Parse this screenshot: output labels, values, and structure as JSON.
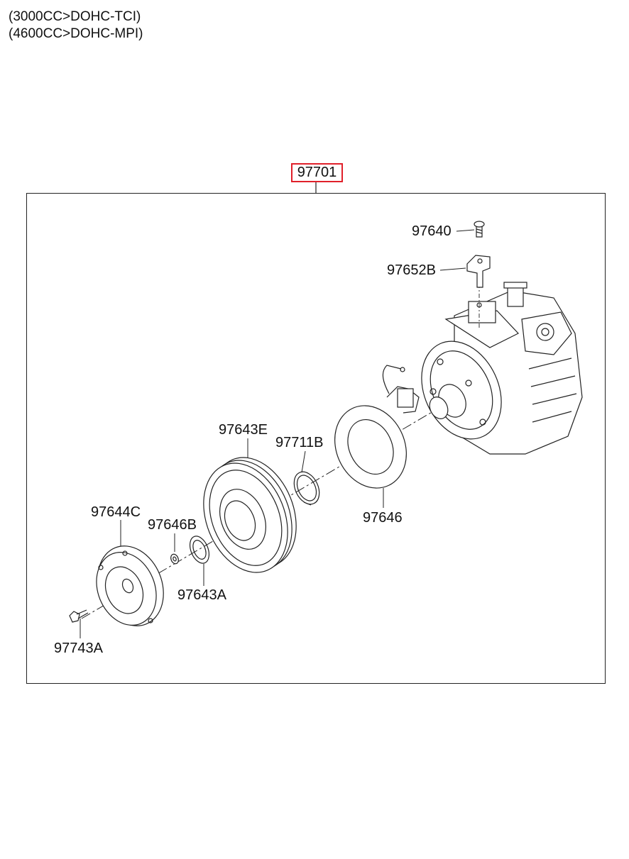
{
  "header": {
    "line1": "(3000CC>DOHC-TCI)",
    "line2": "(4600CC>DOHC-MPI)"
  },
  "assembly": {
    "part_number": "97701",
    "highlight_color": "#e0202a"
  },
  "parts": {
    "bolt": "97640",
    "bracket": "97652B",
    "pulley": "97643E",
    "snap_ring": "97711B",
    "field_coil": "97646",
    "pressure_plate": "97644C",
    "washer": "97646B",
    "shim": "97643A",
    "center_bolt": "97743A"
  }
}
